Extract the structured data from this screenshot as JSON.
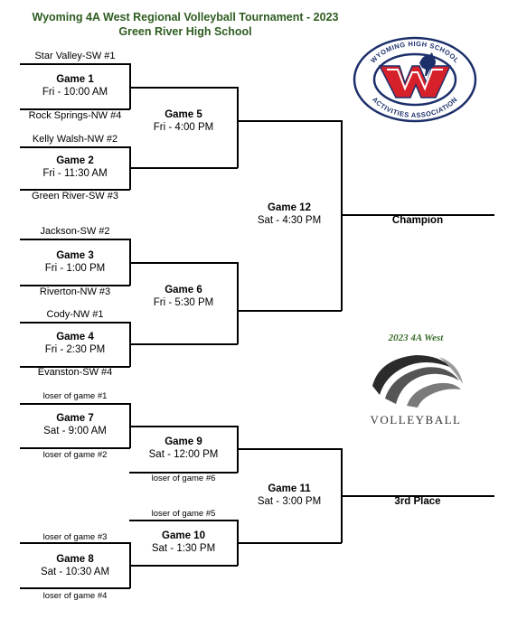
{
  "header": {
    "title": "Wyoming 4A West Regional Volleyball Tournament - 2023",
    "venue": "Green River High School"
  },
  "logo": {
    "ring_text": "WYOMING HIGH SCHOOL · ACTIVITIES ASSOCIATION",
    "colors": {
      "navy": "#1c2f6b",
      "red": "#d6202a"
    }
  },
  "side_logo": {
    "caption": "2023 4A West",
    "word": "VOLLEYBALL"
  },
  "teams": {
    "t1": "Star Valley-SW #1",
    "t2": "Rock Springs-NW #4",
    "t3": "Kelly Walsh-NW #2",
    "t4": "Green River-SW #3",
    "t5": "Jackson-SW #2",
    "t6": "Riverton-NW #3",
    "t7": "Cody-NW #1",
    "t8": "Evanston-SW #4",
    "l1": "loser of game #1",
    "l2": "loser of game #2",
    "l3": "loser of game #3",
    "l4": "loser of game #4",
    "l5": "loser of game #5",
    "l6": "loser of game #6"
  },
  "games": {
    "g1": {
      "name": "Game 1",
      "time": "Fri - 10:00 AM"
    },
    "g2": {
      "name": "Game 2",
      "time": "Fri - 11:30 AM"
    },
    "g3": {
      "name": "Game 3",
      "time": "Fri - 1:00 PM"
    },
    "g4": {
      "name": "Game 4",
      "time": "Fri - 2:30 PM"
    },
    "g5": {
      "name": "Game 5",
      "time": "Fri - 4:00 PM"
    },
    "g6": {
      "name": "Game 6",
      "time": "Fri - 5:30 PM"
    },
    "g7": {
      "name": "Game 7",
      "time": "Sat - 9:00 AM"
    },
    "g8": {
      "name": "Game 8",
      "time": "Sat - 10:30 AM"
    },
    "g9": {
      "name": "Game 9",
      "time": "Sat - 12:00 PM"
    },
    "g10": {
      "name": "Game 10",
      "time": "Sat - 1:30 PM"
    },
    "g11": {
      "name": "Game 11",
      "time": "Sat - 3:00 PM"
    },
    "g12": {
      "name": "Game 12",
      "time": "Sat - 4:30 PM"
    }
  },
  "results": {
    "champion": "Champion",
    "third": "3rd Place"
  }
}
